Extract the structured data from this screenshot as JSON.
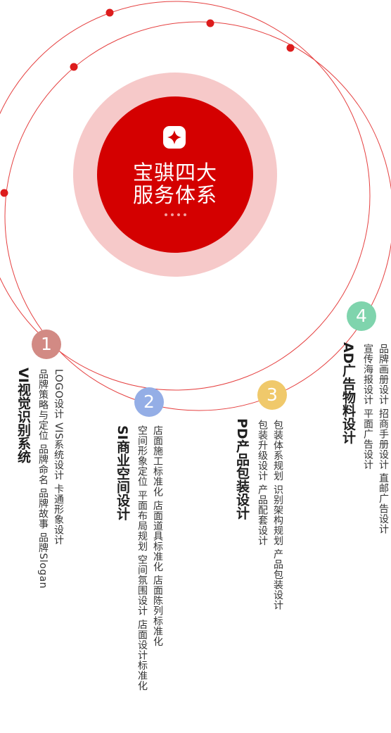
{
  "center": {
    "title_line1": "宝骐四大",
    "title_line2": "服务体系",
    "logo_icon": "brand-logo-icon",
    "colors": {
      "core": "#d40000",
      "halo": "#f6c9c9",
      "orbit": "#e54040"
    }
  },
  "services": [
    {
      "number": "1",
      "badge_color": "#d28a84",
      "title": "VI视觉识别系统",
      "items_col1": "LOGO设计  VIS系统设计  卡通形象设计",
      "items_col2": "品牌策略与定位  品牌命名  品牌故事  品牌Slogan"
    },
    {
      "number": "2",
      "badge_color": "#94aee6",
      "title": "SI商业空间设计",
      "items_col1": "店面施工标准化  店面道具标准化  店面陈列标准化",
      "items_col2": "空间形象定位  平面布局规划  空间氛围设计  店面设计标准化"
    },
    {
      "number": "3",
      "badge_color": "#f0c96b",
      "title": "PD产品包装设计",
      "items_col1": "包装体系规划  识别架构规划  产品包装设计",
      "items_col2": "包装升级设计  产品配套设计"
    },
    {
      "number": "4",
      "badge_color": "#7fd4ad",
      "title": "AD广告物料设计",
      "items_col1": "品牌画册设计  招商手册设计  直邮广告设计",
      "items_col2": "宣传海报设计  平面广告设计"
    }
  ]
}
